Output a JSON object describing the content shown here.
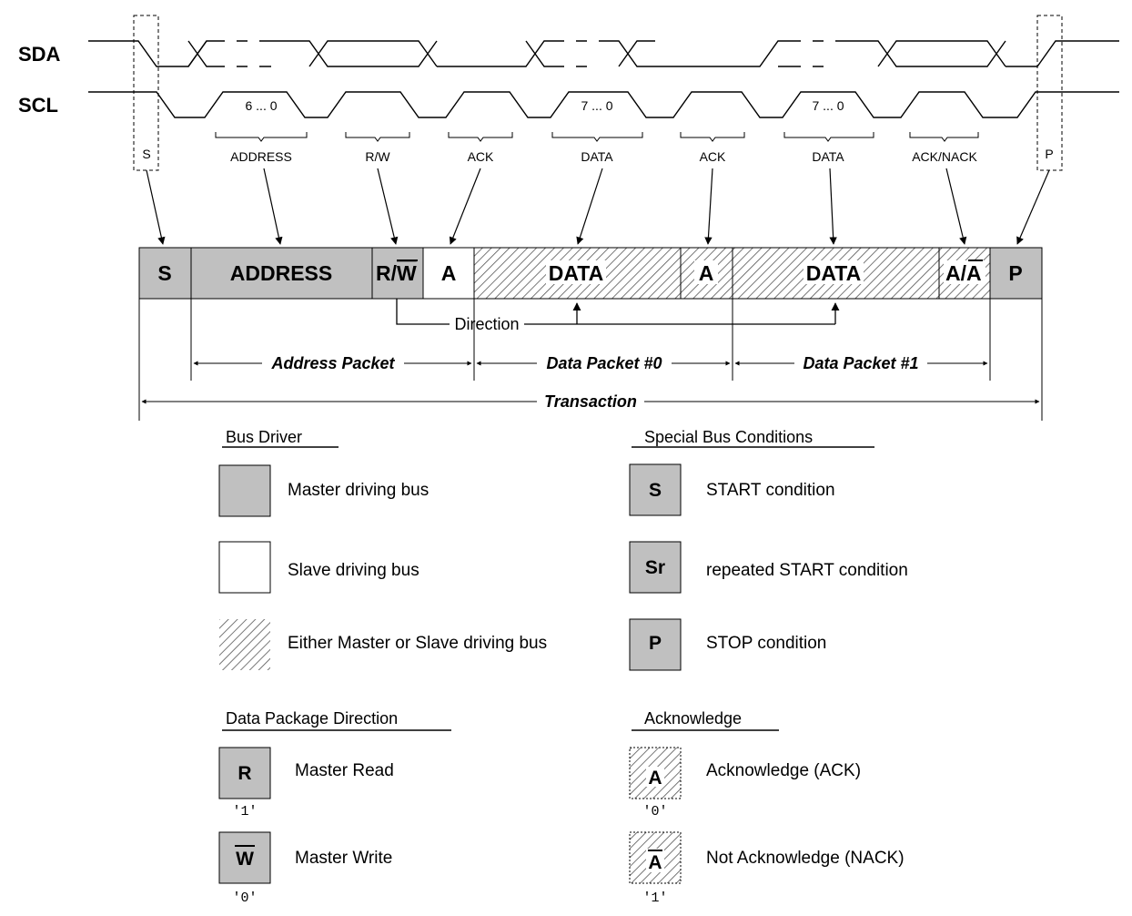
{
  "signals": {
    "sda": "SDA",
    "scl": "SCL"
  },
  "clock_labels": {
    "addr_bits": "6 ... 0",
    "data0_bits": "7 ... 0",
    "data1_bits": "7 ... 0"
  },
  "brace_labels": {
    "start": "S",
    "address": "ADDRESS",
    "rw": "R/W",
    "ack1": "ACK",
    "data0": "DATA",
    "ack2": "ACK",
    "data1": "DATA",
    "acknack": "ACK/NACK",
    "stop": "P"
  },
  "packet_cells": {
    "s": "S",
    "address": "ADDRESS",
    "rw_r": "R/",
    "rw_w": "W",
    "a1": "A",
    "data0": "DATA",
    "a2": "A",
    "data1": "DATA",
    "an_a": "A/",
    "an_abar": "A",
    "p": "P"
  },
  "direction": "Direction",
  "segments": {
    "address_packet": "Address Packet",
    "data_packet_0": "Data Packet #0",
    "data_packet_1": "Data Packet #1",
    "transaction": "Transaction"
  },
  "legend": {
    "bus_driver": {
      "heading": "Bus Driver",
      "items": [
        "Master driving bus",
        "Slave driving bus",
        "Either Master or Slave driving bus"
      ]
    },
    "special": {
      "heading": "Special Bus Conditions",
      "items": [
        {
          "symbol": "S",
          "label": "START condition"
        },
        {
          "symbol": "Sr",
          "label": "repeated START condition"
        },
        {
          "symbol": "P",
          "label": "STOP condition"
        }
      ]
    },
    "direction": {
      "heading": "Data Package Direction",
      "items": [
        {
          "symbol": "R",
          "label": "Master Read",
          "bit": "'1'"
        },
        {
          "symbol": "W",
          "label": "Master Write",
          "bit": "'0'"
        }
      ]
    },
    "acknowledge": {
      "heading": "Acknowledge",
      "items": [
        {
          "symbol": "A",
          "label": "Acknowledge (ACK)",
          "bit": "'0'"
        },
        {
          "symbol": "A",
          "label": "Not Acknowledge (NACK)",
          "bit": "'1'"
        }
      ]
    }
  },
  "colors": {
    "master": "#c0c0c0",
    "slave": "#ffffff",
    "line": "#000000",
    "hatch": "#555555"
  }
}
